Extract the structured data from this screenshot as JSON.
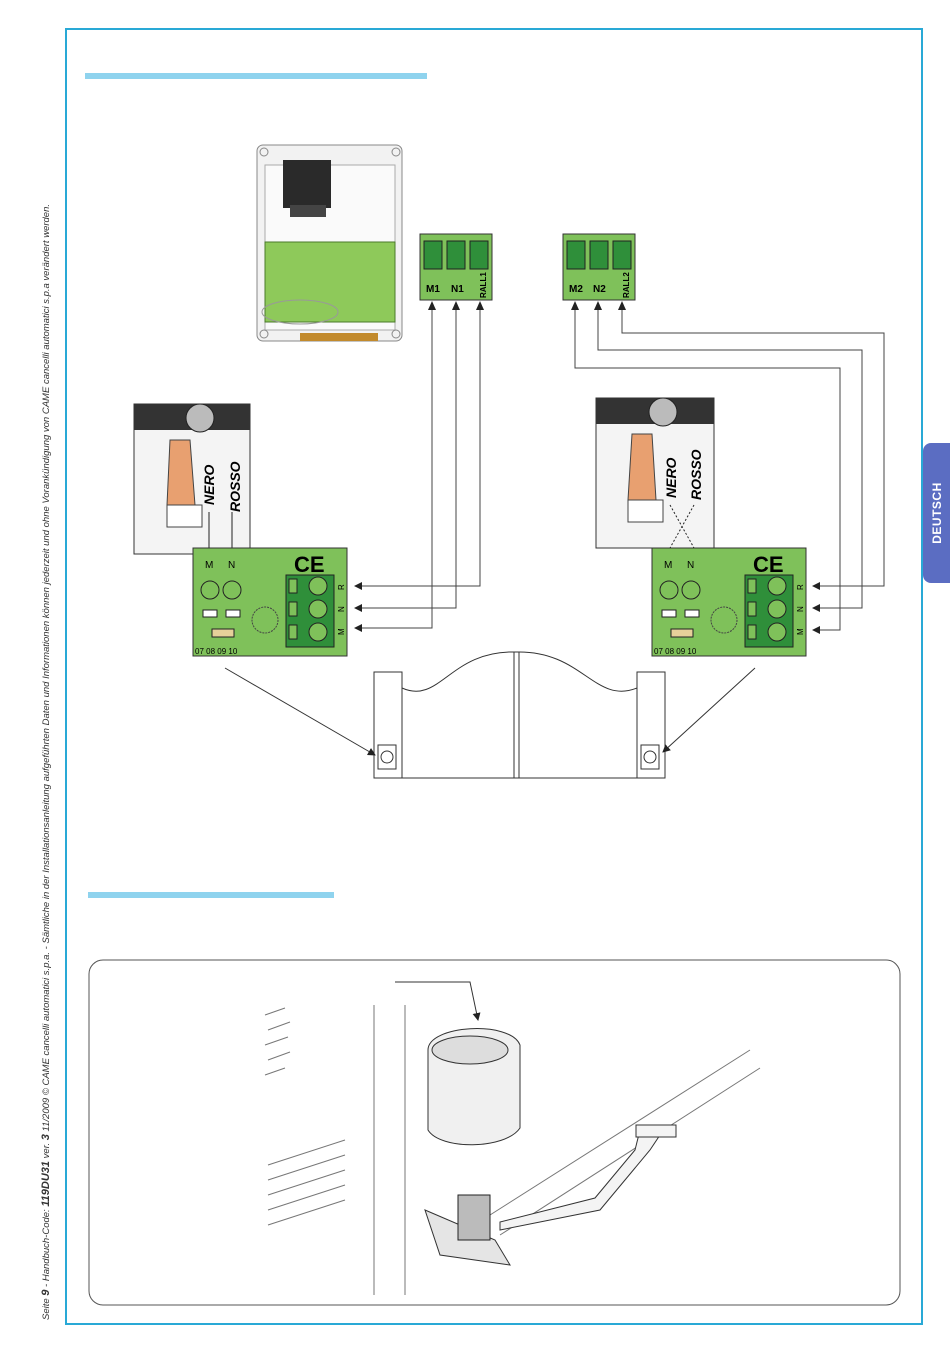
{
  "footer": {
    "seite": "Seite",
    "page": "9",
    "code_prefix": " - Handbuch-Code: ",
    "code": "119DU31",
    "ver_label": " ver. ",
    "ver": "3",
    "rest": "  11/2009 © CAME cancelli automatici s.p.a. - Sämtliche in der Installationsanleitung aufgeführten Daten und Informationen können jederzeit und ohne Vorankündigung von CAME cancelli automatici s.p.a verändert werden."
  },
  "tab": {
    "label": "DEUTSCH"
  },
  "terminal_left": {
    "labels": [
      "M1",
      "N1",
      "RALL1"
    ]
  },
  "terminal_right": {
    "labels": [
      "M2",
      "N2",
      "RALL2"
    ]
  },
  "motor_left": {
    "wire1": "NERO",
    "wire2": "ROSSO",
    "pin_m": "M",
    "pin_n": "N",
    "ce": "CE",
    "scale": "07  08  09  10",
    "side_r": "R",
    "side_n": "N",
    "side_m": "M"
  },
  "motor_right": {
    "wire1": "NERO",
    "wire2": "ROSSO",
    "pin_m": "M",
    "pin_n": "N",
    "ce": "CE",
    "scale": "07  08  09  10",
    "side_r": "R",
    "side_n": "N",
    "side_m": "M"
  }
}
